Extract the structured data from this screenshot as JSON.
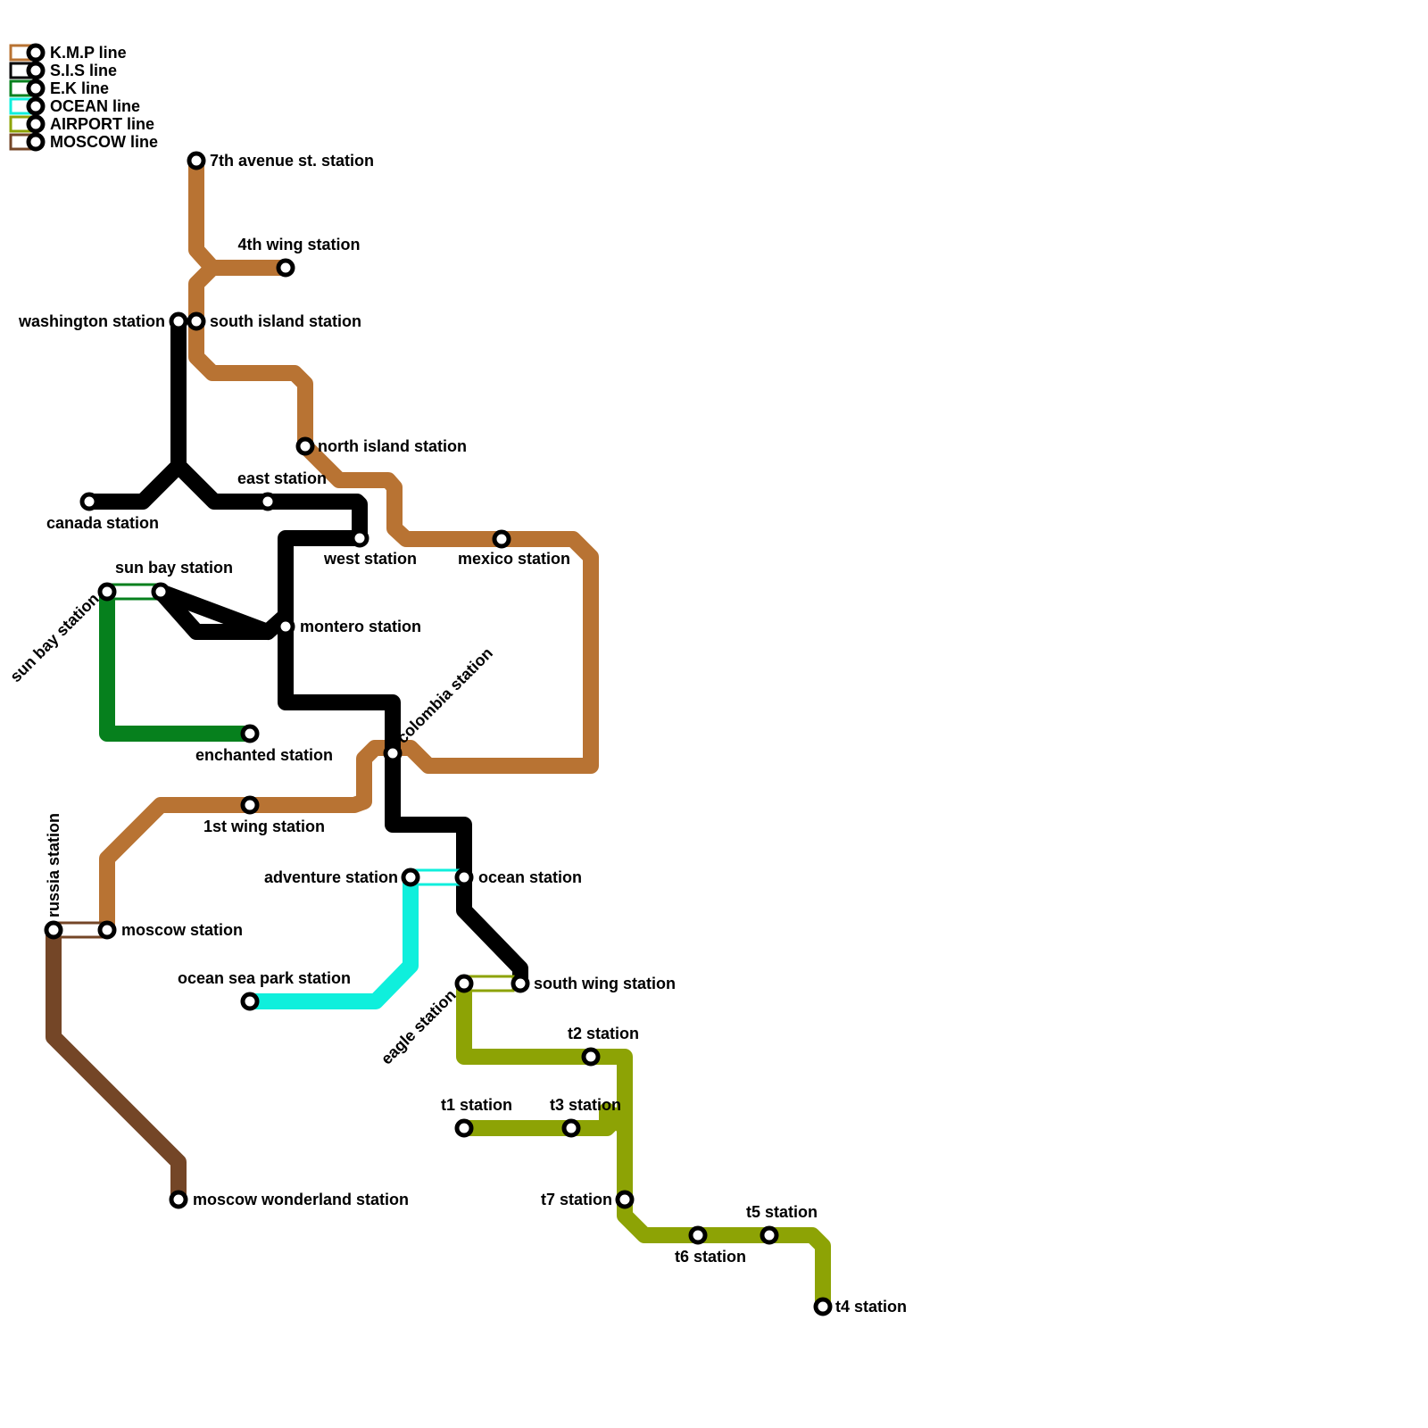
{
  "colors": {
    "kmp": "#b87333",
    "sis": "#000000",
    "ek": "#06801d",
    "ocean": "#0fefdc",
    "airport": "#8da305",
    "moscow": "#744627"
  },
  "legend": [
    {
      "label": "K.M.P line",
      "color": "#b87333"
    },
    {
      "label": "S.I.S line",
      "color": "#000000"
    },
    {
      "label": "E.K line",
      "color": "#06801d"
    },
    {
      "label": "OCEAN line",
      "color": "#0fefdc"
    },
    {
      "label": "AIRPORT line",
      "color": "#8da305"
    },
    {
      "label": "MOSCOW line",
      "color": "#744627"
    }
  ],
  "stations": {
    "seventh_avenue": "7th avenue st. station",
    "fourth_wing": "4th wing station",
    "washington": "washington station",
    "south_island": "south island station",
    "north_island": "north island station",
    "east": "east station",
    "canada": "canada station",
    "west": "west station",
    "mexico": "mexico station",
    "sun_bay_top": "sun bay station",
    "sun_bay_side": "sun bay station",
    "montero": "montero station",
    "colombia": "colombia station",
    "enchanted": "enchanted station",
    "first_wing": "1st wing station",
    "russia": "russia station",
    "moscow": "moscow station",
    "adventure": "adventure station",
    "ocean": "ocean station",
    "ocean_sea_park": "ocean sea park station",
    "eagle": "eagle station",
    "south_wing": "south wing station",
    "t2": "t2 station",
    "t1": "t1 station",
    "t3": "t3 station",
    "t7": "t7 station",
    "t5": "t5 station",
    "t6": "t6 station",
    "t4": "t4 station",
    "moscow_wonderland": "moscow wonderland station"
  }
}
